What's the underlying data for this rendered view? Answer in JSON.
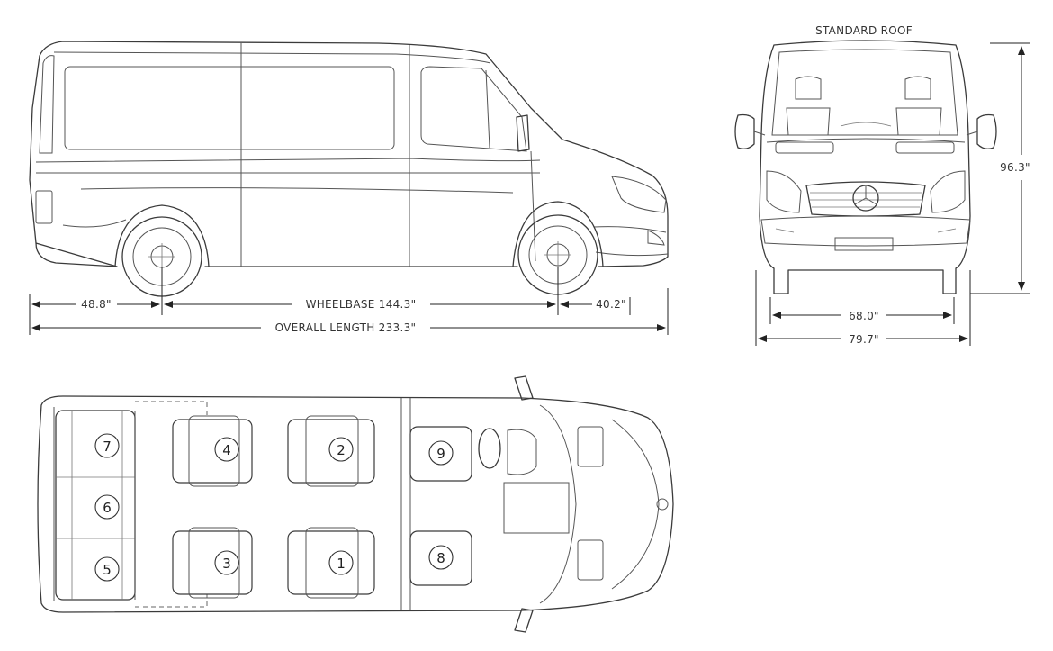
{
  "labels": {
    "standard_roof": "STANDARD ROOF",
    "rear_overhang": "48.8\"",
    "wheelbase": "WHEELBASE 144.3\"",
    "front_overhang": "40.2\"",
    "overall_length": "OVERALL LENGTH 233.3\"",
    "height": "96.3\"",
    "track_width": "68.0\"",
    "overall_width": "79.7\""
  },
  "seats": [
    {
      "number": "1"
    },
    {
      "number": "2"
    },
    {
      "number": "3"
    },
    {
      "number": "4"
    },
    {
      "number": "5"
    },
    {
      "number": "6"
    },
    {
      "number": "7"
    },
    {
      "number": "8"
    },
    {
      "number": "9"
    }
  ]
}
